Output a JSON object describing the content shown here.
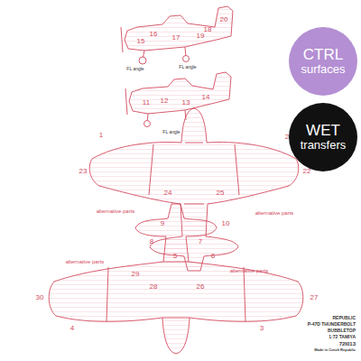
{
  "diagram": {
    "nodes": [
      {
        "text": [
          "CTRL",
          "surfaces"
        ]
      },
      {
        "text": [
          "WET",
          "transfers"
        ]
      }
    ],
    "labels": [
      "16",
      "17",
      "15",
      "19",
      "18",
      "20",
      "FL angle",
      "FL angle",
      "11",
      "12",
      "13",
      "14",
      "FL angle",
      "1",
      "2",
      "23",
      "24",
      "25",
      "22",
      "alternative parts",
      "alternative parts",
      "9",
      "10",
      "5",
      "6",
      "30",
      "29",
      "28",
      "26",
      "27",
      "4",
      "3",
      "alternative parts",
      "alternative parts",
      "8",
      "7",
      "REPUBLIC",
      "P-47D THUNDERBOLT",
      "BUBBLETOP",
      "1:72 TAMIYA",
      "72I013",
      "Made in Czech Republic"
    ]
  }
}
